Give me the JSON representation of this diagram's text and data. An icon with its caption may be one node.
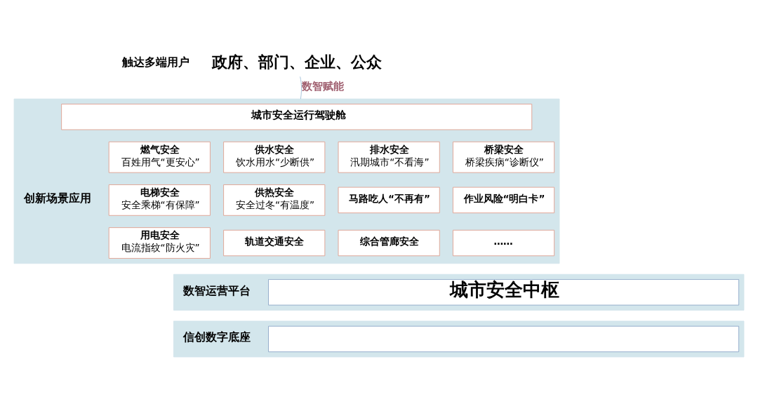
{
  "diagram": {
    "nodes": [
      {
        "text": [
          "政府、部门、企业、公众"
        ],
        "beside": [
          "触达多端用户"
        ]
      },
      {
        "text": [],
        "shape": "box",
        "beside": [
          "创新场景应用"
        ]
      },
      {
        "text": [
          "城市安全运行驾驶舱"
        ],
        "in": 1
      },
      {
        "text": [
          "燃气安全",
          "百姓用气“更安心”"
        ],
        "in": 1
      },
      {
        "text": [
          "供水安全",
          "饮水用水“少断供”"
        ],
        "in": 1
      },
      {
        "text": [
          "排水安全",
          "汛期城市“不看海”"
        ],
        "in": 1
      },
      {
        "text": [
          "桥梁安全",
          "桥梁疾病“诊断仪”"
        ],
        "in": 1
      },
      {
        "text": [
          "电梯安全",
          "安全乘梯“有保障”"
        ],
        "in": 1
      },
      {
        "text": [
          "供热安全",
          "安全过冬“有温度”"
        ],
        "in": 1
      },
      {
        "text": [
          "马路吃人“不再有”"
        ],
        "in": 1
      },
      {
        "text": [
          "作业风险“明白卡”"
        ],
        "in": 1
      },
      {
        "text": [
          "用电安全",
          "电流指纹“防火灾”"
        ],
        "in": 1
      },
      {
        "text": [
          "轨道交通安全"
        ],
        "in": 1
      },
      {
        "text": [
          "综合管廊安全"
        ],
        "in": 1
      },
      {
        "text": [
          "……"
        ],
        "in": 1
      },
      {
        "text": [],
        "shape": "box",
        "beside": [
          "数智运营平台"
        ]
      },
      {
        "text": [
          "城市安全中枢"
        ],
        "in": 15
      },
      {
        "text": [],
        "shape": "box",
        "beside": [
          "信创数字底座"
        ]
      },
      {
        "text": [],
        "shape": "box",
        "in": 17
      }
    ],
    "edges": [
      {
        "from": 1,
        "to": 0,
        "arrow": "none",
        "label": "数智赋能"
      }
    ]
  }
}
